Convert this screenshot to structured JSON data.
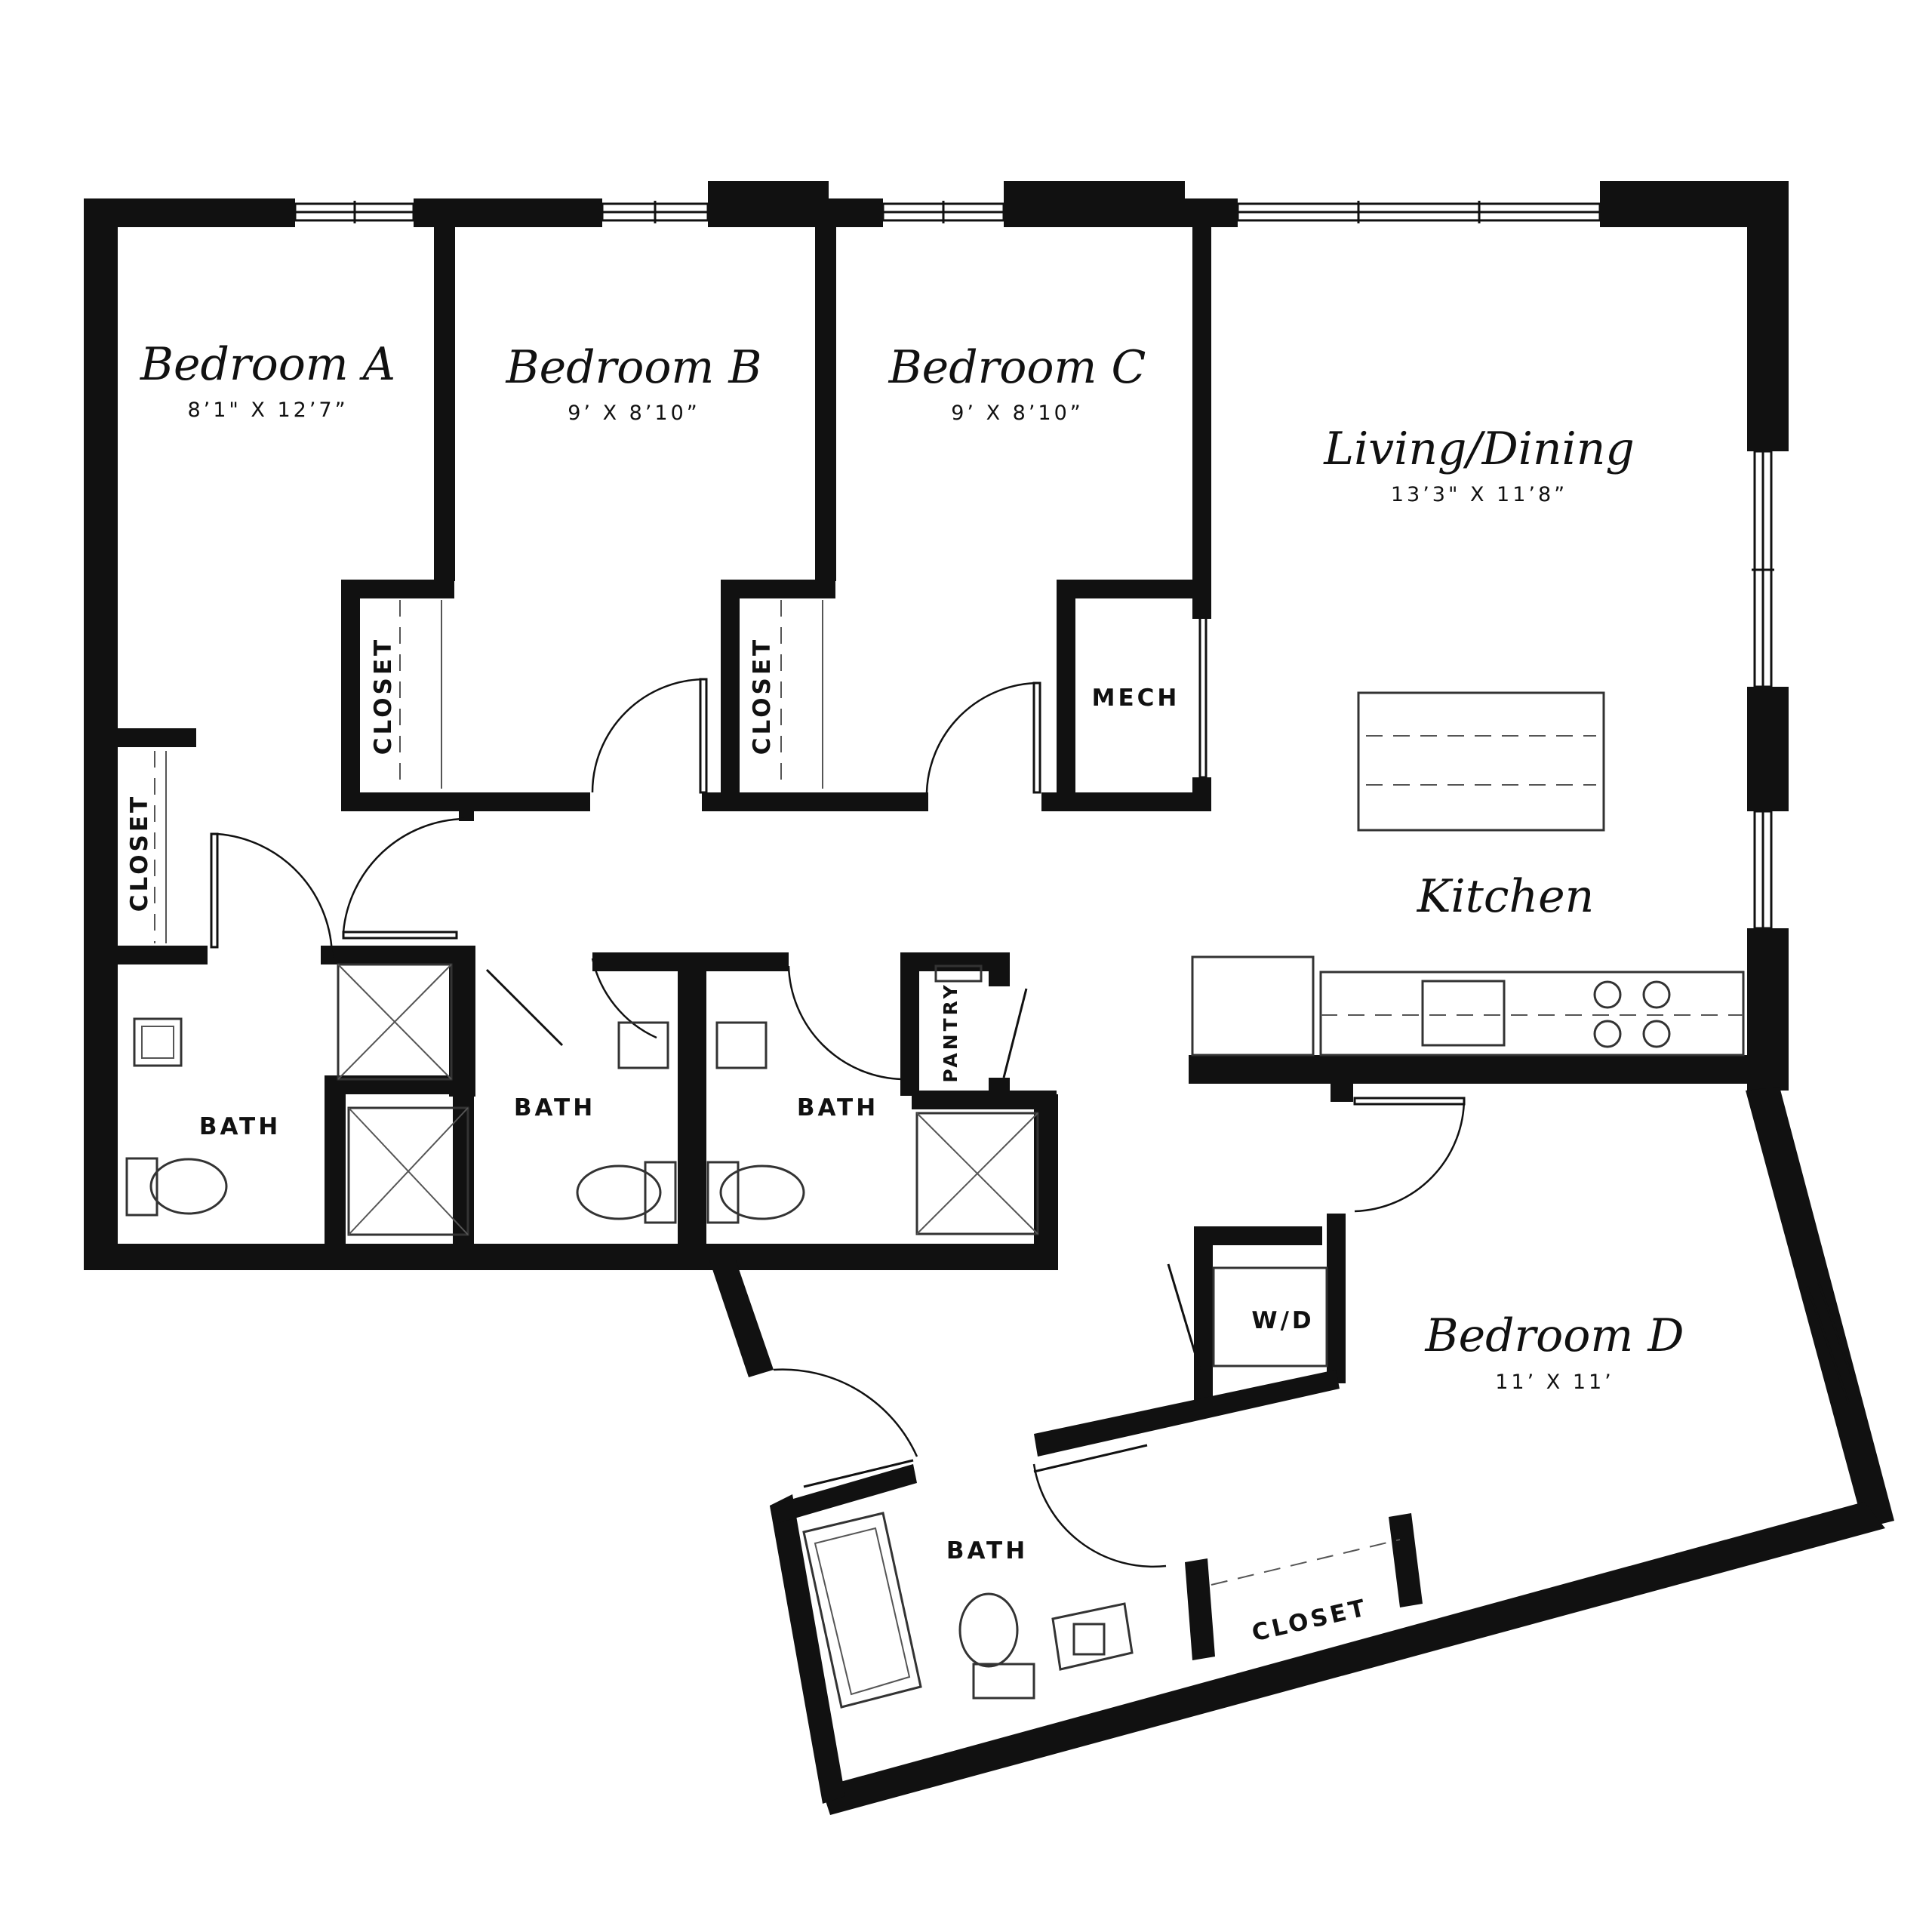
{
  "rooms": {
    "bedroom_a": {
      "name": "Bedroom A",
      "dims": "8’1\" X 12’7”"
    },
    "bedroom_b": {
      "name": "Bedroom B",
      "dims": "9’ X 8’10”"
    },
    "bedroom_c": {
      "name": "Bedroom C",
      "dims": "9’ X 8’10”"
    },
    "living": {
      "name": "Living/Dining",
      "dims": "13’3\" X 11’8”"
    },
    "kitchen": {
      "name": "Kitchen"
    },
    "bedroom_d": {
      "name": "Bedroom D",
      "dims": "11’ X 11’"
    }
  },
  "labels": {
    "closet_a": "CLOSET",
    "closet_b": "CLOSET",
    "closet_c": "CLOSET",
    "closet_d": "CLOSET",
    "mech": "MECH",
    "pantry": "PANTRY",
    "bath_1": "BATH",
    "bath_2": "BATH",
    "bath_3": "BATH",
    "bath_4": "BATH",
    "wd": "W/D"
  },
  "colors": {
    "wall": "#111111",
    "background": "#ffffff"
  }
}
